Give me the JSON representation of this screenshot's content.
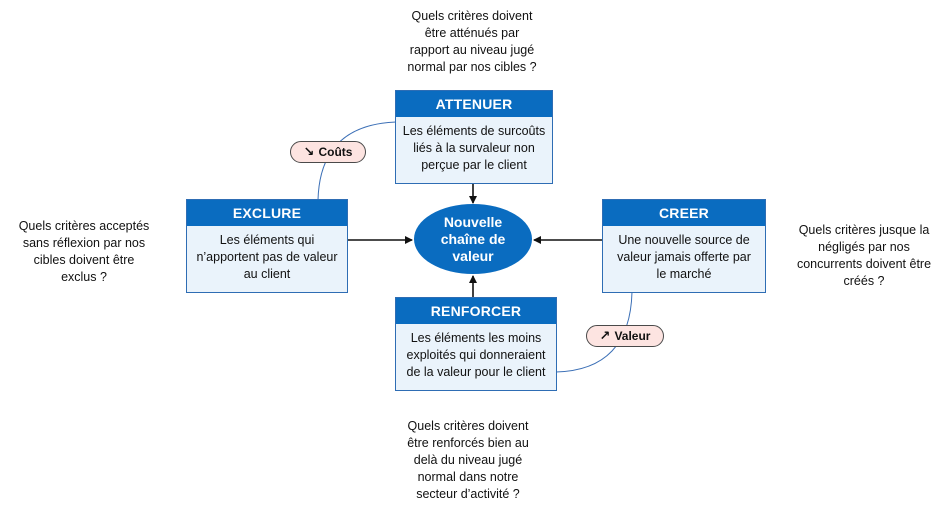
{
  "questions": {
    "top": [
      "Quels critères doivent",
      "être atténués par",
      "rapport au niveau jugé",
      "normal par nos cibles ?"
    ],
    "left": [
      "Quels critères acceptés",
      "sans réflexion par nos",
      "cibles doivent être",
      "exclus ?"
    ],
    "right": [
      "Quels critères jusque la",
      "négligés par nos",
      "concurrents doivent être",
      "créés ?"
    ],
    "bottom": [
      "Quels critères doivent",
      "être renforcés bien au",
      "delà du niveau jugé",
      "normal dans notre",
      "secteur d’activité  ?"
    ]
  },
  "boxes": {
    "attenuer": {
      "title": "ATTENUER",
      "lines": [
        "Les éléments de surcoûts",
        "liés à la survaleur non",
        "perçue par le client"
      ]
    },
    "exclure": {
      "title": "EXCLURE",
      "lines": [
        "Les éléments qui",
        "n’apportent pas de valeur",
        "au client"
      ]
    },
    "creer": {
      "title": "CREER",
      "lines": [
        "Une nouvelle source de",
        "valeur jamais offerte par",
        "le marché"
      ]
    },
    "renforcer": {
      "title": "RENFORCER",
      "lines": [
        "Les éléments les moins",
        "exploités qui donneraient",
        "de la valeur pour le client"
      ]
    }
  },
  "center": {
    "lines": [
      "Nouvelle",
      "chaîne de",
      "valeur"
    ]
  },
  "pills": {
    "couts": {
      "arrow": "↘",
      "label": "Coûts"
    },
    "valeur": {
      "arrow": "↗",
      "label": "Valeur"
    }
  },
  "colors": {
    "box_header": "#0a6cc0",
    "box_body": "#eaf3fb",
    "pill_fill": "#fde4e1",
    "connector": "#3b6fb6"
  }
}
